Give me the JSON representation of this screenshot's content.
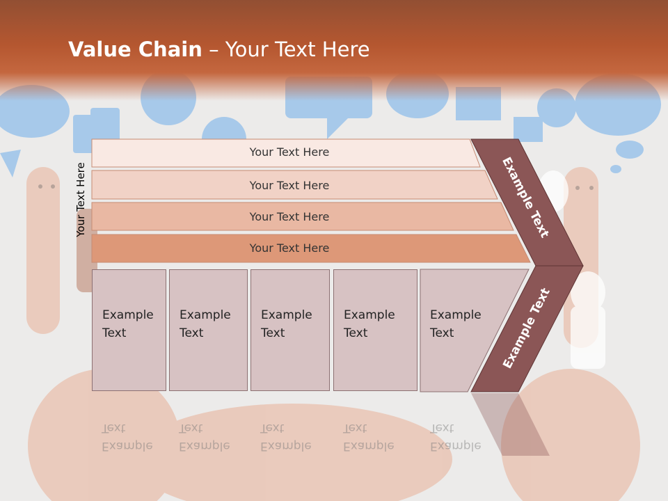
{
  "slide": {
    "title_bold": "Value Chain",
    "title_rest": " – Your Text Here",
    "vertical_label": "Your Text Here",
    "bars": [
      "Your Text Here",
      "Your Text Here",
      "Your Text Here",
      "Your Text Here"
    ],
    "boxes": [
      {
        "line1": "Example",
        "line2": "Text"
      },
      {
        "line1": "Example",
        "line2": "Text"
      },
      {
        "line1": "Example",
        "line2": "Text"
      },
      {
        "line1": "Example",
        "line2": "Text"
      },
      {
        "line1": "Example",
        "line2": "Text"
      }
    ],
    "arrow_upper": "Example Text",
    "arrow_lower": "Example Text",
    "colors": {
      "banner": "#b55730",
      "bar1": "#f9e9e3",
      "bar2": "#f1d2c6",
      "bar3": "#e9b8a3",
      "bar4": "#dd9878",
      "boxes": "#d7c2c3",
      "chevron": "#8b5656"
    }
  }
}
